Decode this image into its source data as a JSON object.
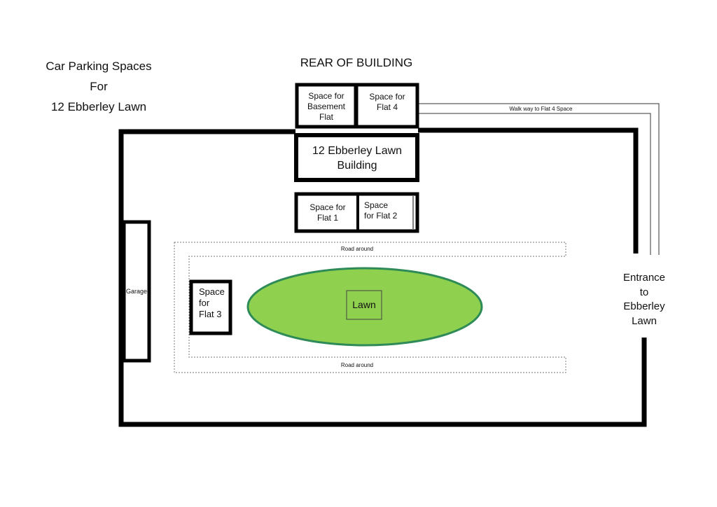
{
  "title_lines": [
    "Car Parking Spaces",
    "For",
    "12 Ebberley Lawn"
  ],
  "rear_label": "REAR OF BUILDING",
  "spaces": {
    "basement": [
      "Space for",
      "Basement",
      "Flat"
    ],
    "flat4": [
      "Space for",
      "Flat 4"
    ],
    "flat1": [
      "Space for",
      "Flat 1"
    ],
    "flat2": [
      "Space",
      "for Flat 2"
    ],
    "flat3": [
      "Space",
      "for",
      "Flat 3"
    ]
  },
  "building": [
    "12 Ebberley Lawn",
    "Building"
  ],
  "walkway_label": "Walk way to Flat 4 Space",
  "road_label_top": "Road around",
  "road_label_bottom": "Road around",
  "garage_label": "Garage",
  "lawn_label": "Lawn",
  "entrance": [
    "Entrance",
    "to",
    "Ebberley",
    "Lawn"
  ],
  "colors": {
    "lawn_fill": "#8fd14f",
    "lawn_stroke": "#2e8b57",
    "outline": "#000000"
  }
}
